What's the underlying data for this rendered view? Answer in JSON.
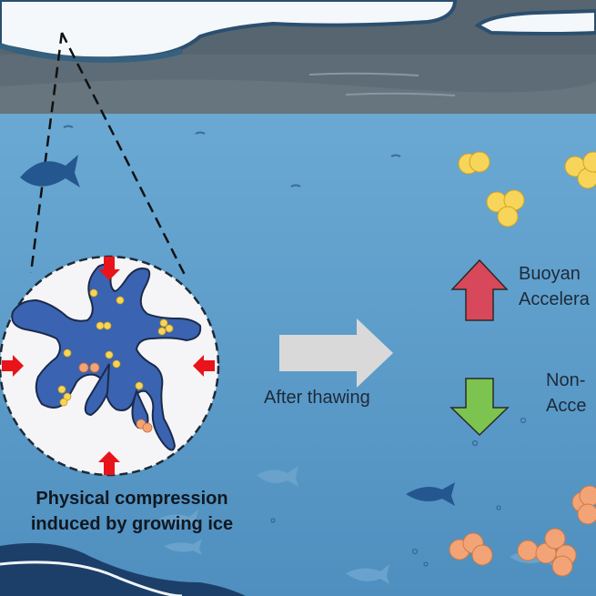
{
  "labels": {
    "compression_line1": "Physical compression",
    "compression_line2": "induced by growing ice",
    "after_thawing": "After thawing",
    "buoyant_line1": "Buoyan",
    "buoyant_line2": "Accelera",
    "non_line1": "Non-",
    "non_line2": "Acce"
  },
  "colors": {
    "sky": "#4d5e6b",
    "water": "#5b9cc9",
    "ice": "#ffffff",
    "floc": "#2f5fa8",
    "yellow_particle": "#f6d55a",
    "orange_particle": "#f2a476",
    "up_arrow": "#d7485a",
    "down_arrow": "#7cc44f",
    "compression_arrow": "#e8141a",
    "thaw_arrow": "#d9d9d9"
  }
}
